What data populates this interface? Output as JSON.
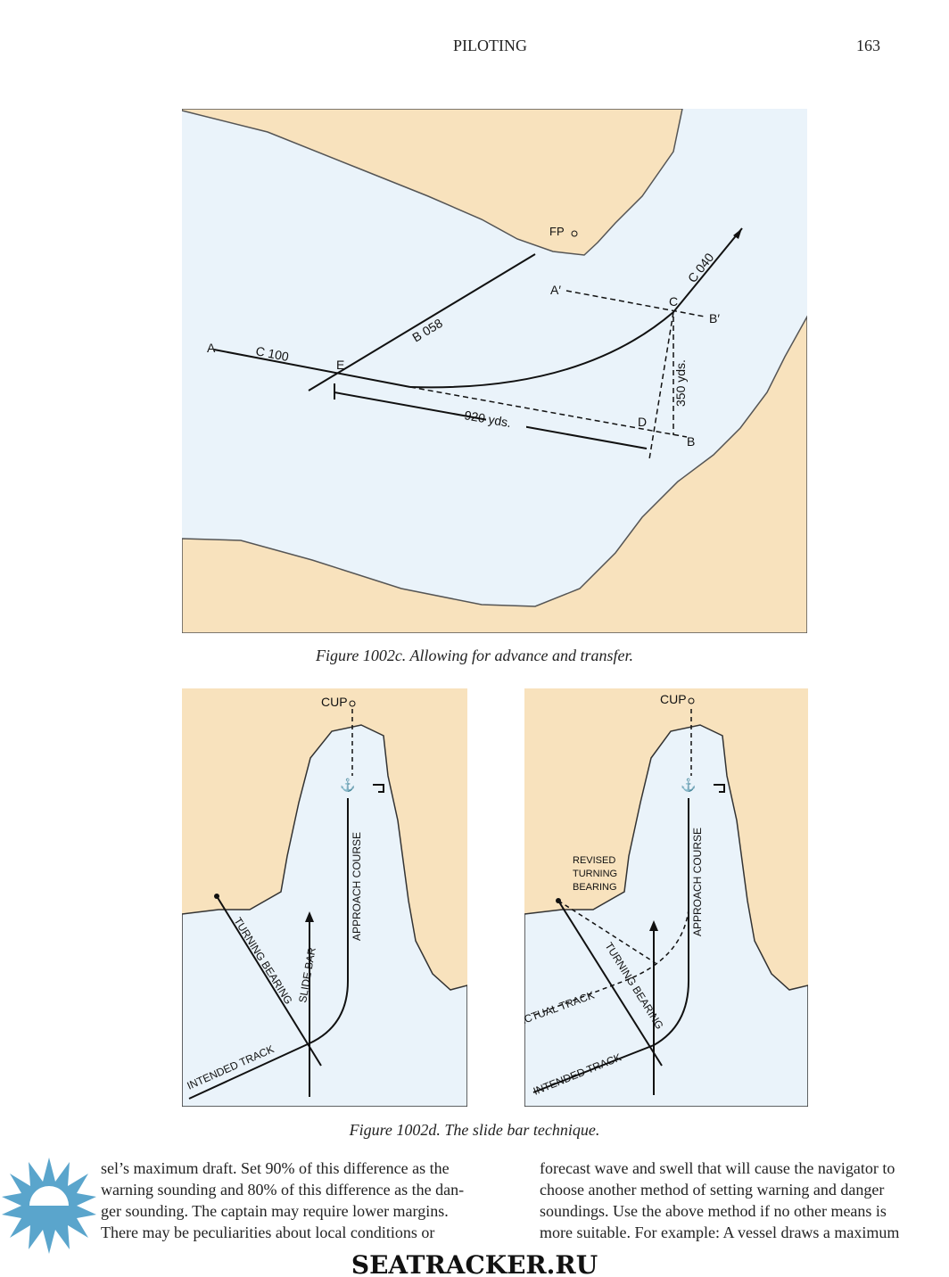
{
  "header": {
    "title": "PILOTING",
    "page_number": "163"
  },
  "figure_c": {
    "labels": {
      "fp": "FP",
      "a": "A",
      "c100": "C 100",
      "e": "E",
      "b058": "B 058",
      "a_prime": "A′",
      "c": "C",
      "c040": "C 040",
      "b_prime": "B′",
      "yds350": "350 yds.",
      "yds920": "920 yds.",
      "d": "D",
      "b": "B"
    },
    "caption": "Figure 1002c. Allowing for advance and transfer."
  },
  "figure_d": {
    "left": {
      "cup": "CUP",
      "approach": "APPROACH COURSE",
      "turning": "TURNING BEARING",
      "slide": "SLIDE BAR",
      "intended": "INTENDED TRACK"
    },
    "right": {
      "cup": "CUP",
      "approach": "APPROACH COURSE",
      "revised1": "REVISED",
      "revised2": "TURNING",
      "revised3": "BEARING",
      "turning": "TURNING BEARING",
      "actual": "ACTUAL TRACK",
      "intended": "INTENDED TRACK"
    },
    "caption": "Figure 1002d. The slide bar technique."
  },
  "body": {
    "left_lines": [
      "sel’s maximum draft. Set 90% of this difference as the",
      "warning sounding and 80% of this difference as the dan-",
      "ger sounding. The captain may require lower margins.",
      "There may be peculiarities about local conditions or"
    ],
    "right_lines": [
      "forecast wave and swell that will cause the navigator to",
      "choose another method of setting warning and danger",
      "soundings. Use the above method if no other means is",
      "more suitable. For example: A vessel draws a maximum"
    ]
  },
  "watermark": {
    "text": "SEATRACKER.RU",
    "color": "#5aa5cc"
  }
}
